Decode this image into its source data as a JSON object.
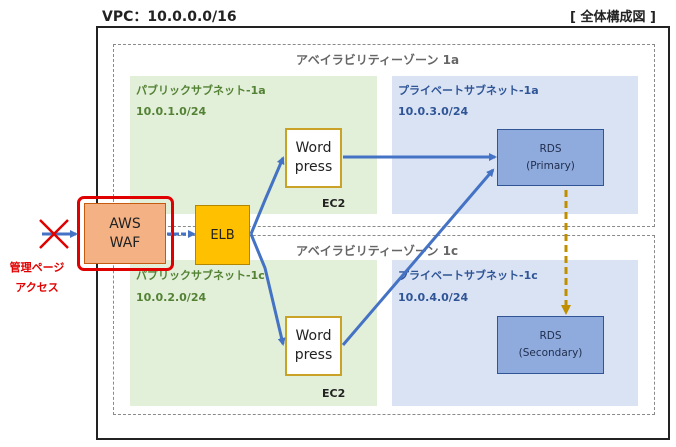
{
  "vpc": {
    "title": "VPC：10.0.0.0/16"
  },
  "overview_label": "[ 全体構成図 ]",
  "availability_zones": [
    {
      "label": "アベイラビリティーゾーン 1a",
      "public_subnet": {
        "name": "パブリックサブネット-1a",
        "cidr": "10.0.1.0/24"
      },
      "private_subnet": {
        "name": "プライベートサブネット-1a",
        "cidr": "10.0.3.0/24"
      },
      "ec2": {
        "line1": "Word",
        "line2": "press",
        "caption": "EC2"
      },
      "rds": {
        "line1": "RDS",
        "line2": "(Primary)"
      }
    },
    {
      "label": "アベイラビリティーゾーン 1c",
      "public_subnet": {
        "name": "パブリックサブネット-1c",
        "cidr": "10.0.2.0/24"
      },
      "private_subnet": {
        "name": "プライベートサブネット-1c",
        "cidr": "10.0.4.0/24"
      },
      "ec2": {
        "line1": "Word",
        "line2": "press",
        "caption": "EC2"
      },
      "rds": {
        "line1": "RDS",
        "line2": "(Secondary)"
      }
    }
  ],
  "waf": {
    "line1": "AWS",
    "line2": "WAF"
  },
  "elb": {
    "label": "ELB"
  },
  "admin_access": {
    "line1": "管理ページ",
    "line2": "アクセス"
  },
  "colors": {
    "arrow": "#4472c4",
    "replication_arrow": "#bf8f00",
    "blocked_mark": "#e00000",
    "waf_highlight": "#e00000"
  }
}
